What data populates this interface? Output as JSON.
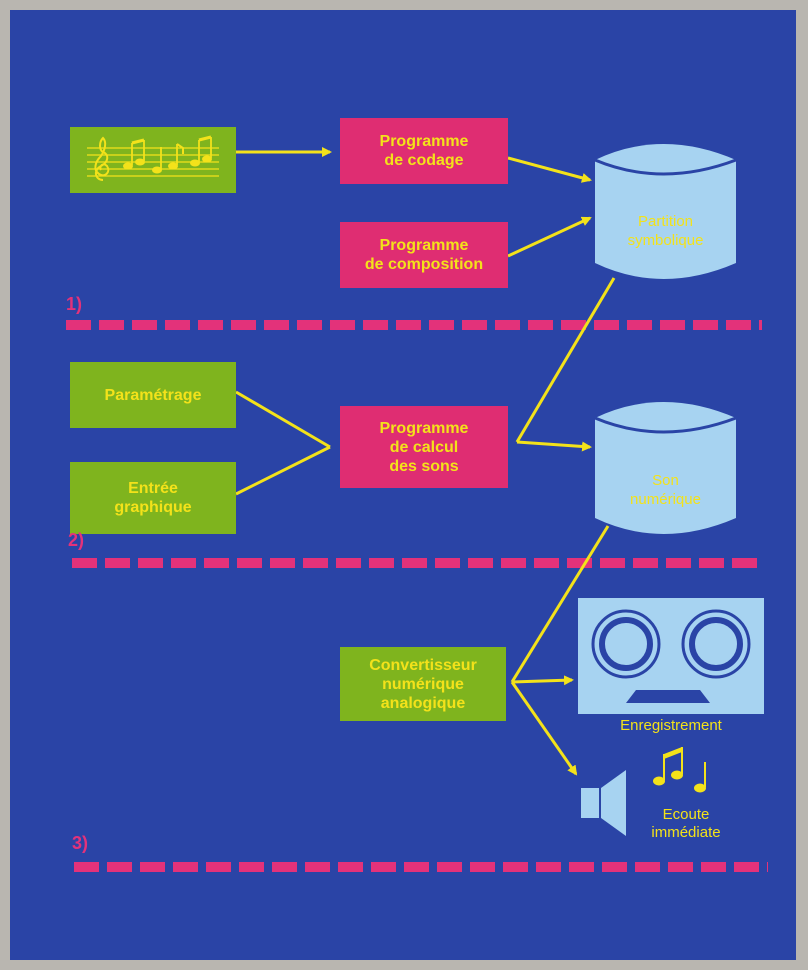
{
  "colors": {
    "background": "#2a44a6",
    "frame": "#b9b6b0",
    "input_box": "#7fb41e",
    "program_box": "#df2d72",
    "label_text": "#f3e21a",
    "arrow": "#f3e21a",
    "separator": "#e3327a",
    "storage": "#a7d3f1"
  },
  "icons": {
    "score_icon": "music-staff-icon",
    "tape_icon": "tape-recorder-icon",
    "speaker_icon": "speaker-icon",
    "notes_icon": "music-notes-icon"
  },
  "sections": [
    {
      "label": "1)"
    },
    {
      "label": "2)"
    },
    {
      "label": "3)"
    }
  ],
  "boxes": {
    "coding_program": "Programme\nde codage",
    "composition_program": "Programme\nde composition",
    "parametrage": "Paramétrage",
    "entree_graphique": "Entrée\ngraphique",
    "sound_program": "Programme\nde calcul\ndes sons",
    "converter": "Convertisseur\nnumérique\nanalogique"
  },
  "storage": {
    "partition": "Partition\nsymbolique",
    "son": "Son\nnumérique"
  },
  "outputs": {
    "recording": "Enregistrement",
    "listening": "Ecoute\nimmédiate"
  }
}
